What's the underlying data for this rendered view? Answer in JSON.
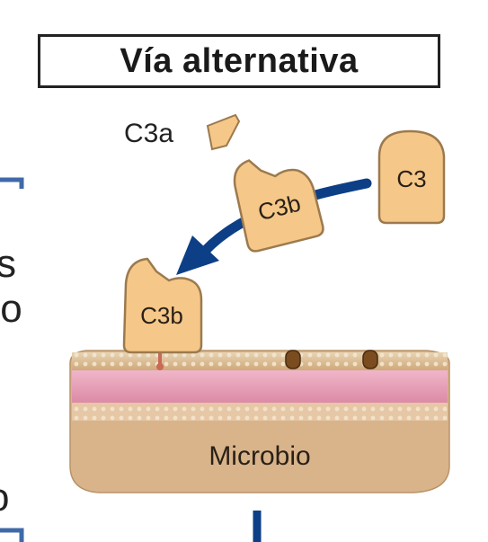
{
  "title": "Vía alternativa",
  "labels": {
    "c3a": "C3a",
    "c3": "C3",
    "c3b_free": "C3b",
    "c3b_bound": "C3b",
    "microbe": "Microbio"
  },
  "edge_fragments": {
    "left_s": "s",
    "left_to": "to",
    "left_o": "o"
  },
  "colors": {
    "molecule_fill": "#f5c889",
    "molecule_stroke": "#9c7a4e",
    "arrow": "#0d3f86",
    "membrane_top": "#d8bc95",
    "membrane_mid": "#e8a6bc",
    "membrane_bottom": "#d9b48a",
    "bracket": "#3f6aa8"
  }
}
